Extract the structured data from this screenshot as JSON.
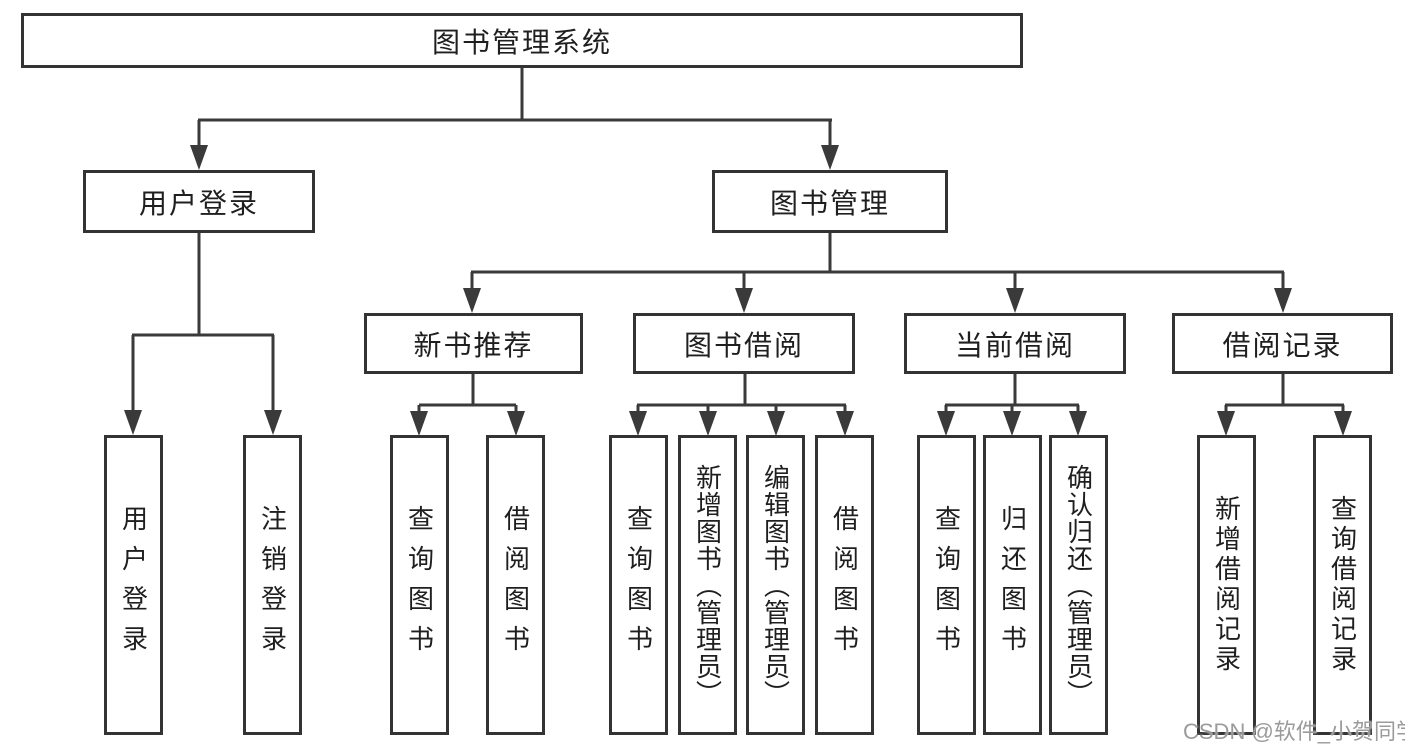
{
  "tree": {
    "root": "图书管理系统",
    "branches": [
      {
        "label": "用户登录",
        "children": [
          "用户登录",
          "注销登录"
        ]
      },
      {
        "label": "图书管理",
        "groups": [
          {
            "label": "新书推荐",
            "children": [
              "查询图书",
              "借阅图书"
            ]
          },
          {
            "label": "图书借阅",
            "children": [
              "查询图书",
              "新增图书（管理员）",
              "编辑图书（管理员）",
              "借阅图书"
            ]
          },
          {
            "label": "当前借阅",
            "children": [
              "查询图书",
              "归还图书",
              "确认归还（管理员）"
            ]
          },
          {
            "label": "借阅记录",
            "children": [
              "新增借阅记录",
              "查询借阅记录"
            ]
          }
        ]
      }
    ]
  },
  "watermark": "CSDN @软件_小贺同学",
  "colors": {
    "line": "#3a3a3a",
    "border": "#333333",
    "text": "#1f1f1f",
    "watermark": "#9b9b9b",
    "background": "#ffffff"
  }
}
